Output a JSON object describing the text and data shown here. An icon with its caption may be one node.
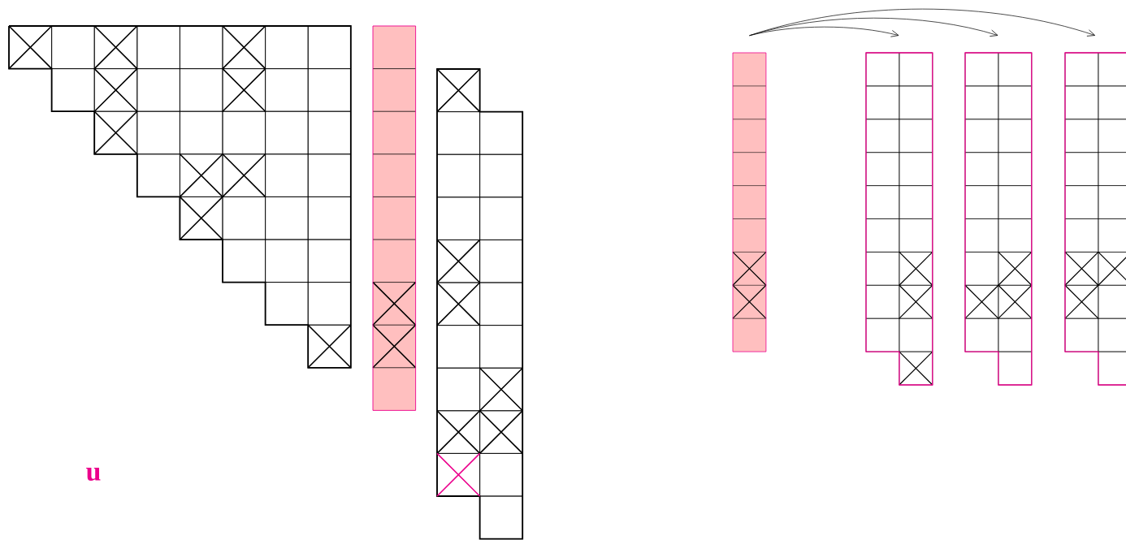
{
  "diagram": {
    "nodes": [
      {
        "text": [],
        "shape": "bar"
      },
      {
        "text": [],
        "shape": "box"
      },
      {
        "text": [],
        "shape": "box"
      },
      {
        "text": [],
        "shape": "box"
      }
    ],
    "edges": [
      {
        "from": 0,
        "to": 1,
        "arrow": "to"
      },
      {
        "from": 0,
        "to": 2,
        "arrow": "to"
      },
      {
        "from": 0,
        "to": 3,
        "arrow": "to"
      }
    ],
    "labels": [
      "u"
    ]
  }
}
